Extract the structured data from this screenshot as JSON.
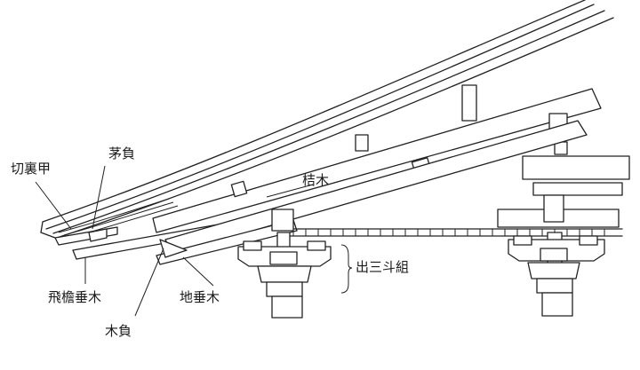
{
  "labels": {
    "kirirako": "切裏甲",
    "kayaoi": "茅負",
    "keta": "桔木",
    "demitsudo": "出三斗組",
    "hienodaruki": "飛檐垂木",
    "jidaruki": "地垂木",
    "kioi": "木負"
  },
  "colors": {
    "line": "#222222",
    "background": "#ffffff"
  }
}
